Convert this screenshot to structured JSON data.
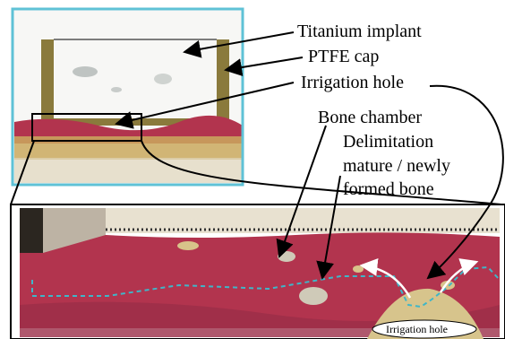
{
  "labels": {
    "titanium_implant": "Titanium implant",
    "ptfe_cap": "PTFE cap",
    "irrigation_hole_top": "Irrigation hole",
    "bone_chamber": "Bone chamber",
    "delimitation_1": "Delimitation",
    "delimitation_2": "mature / newly",
    "delimitation_3": "formed bone",
    "irrigation_hole_bottom": "Irrigation hole"
  },
  "colors": {
    "frame_top": "#5fc2d6",
    "bone_red": "#b2344e",
    "implant_olive": "#8a7a3c",
    "boundary_dashed": "#3fb6c8"
  }
}
